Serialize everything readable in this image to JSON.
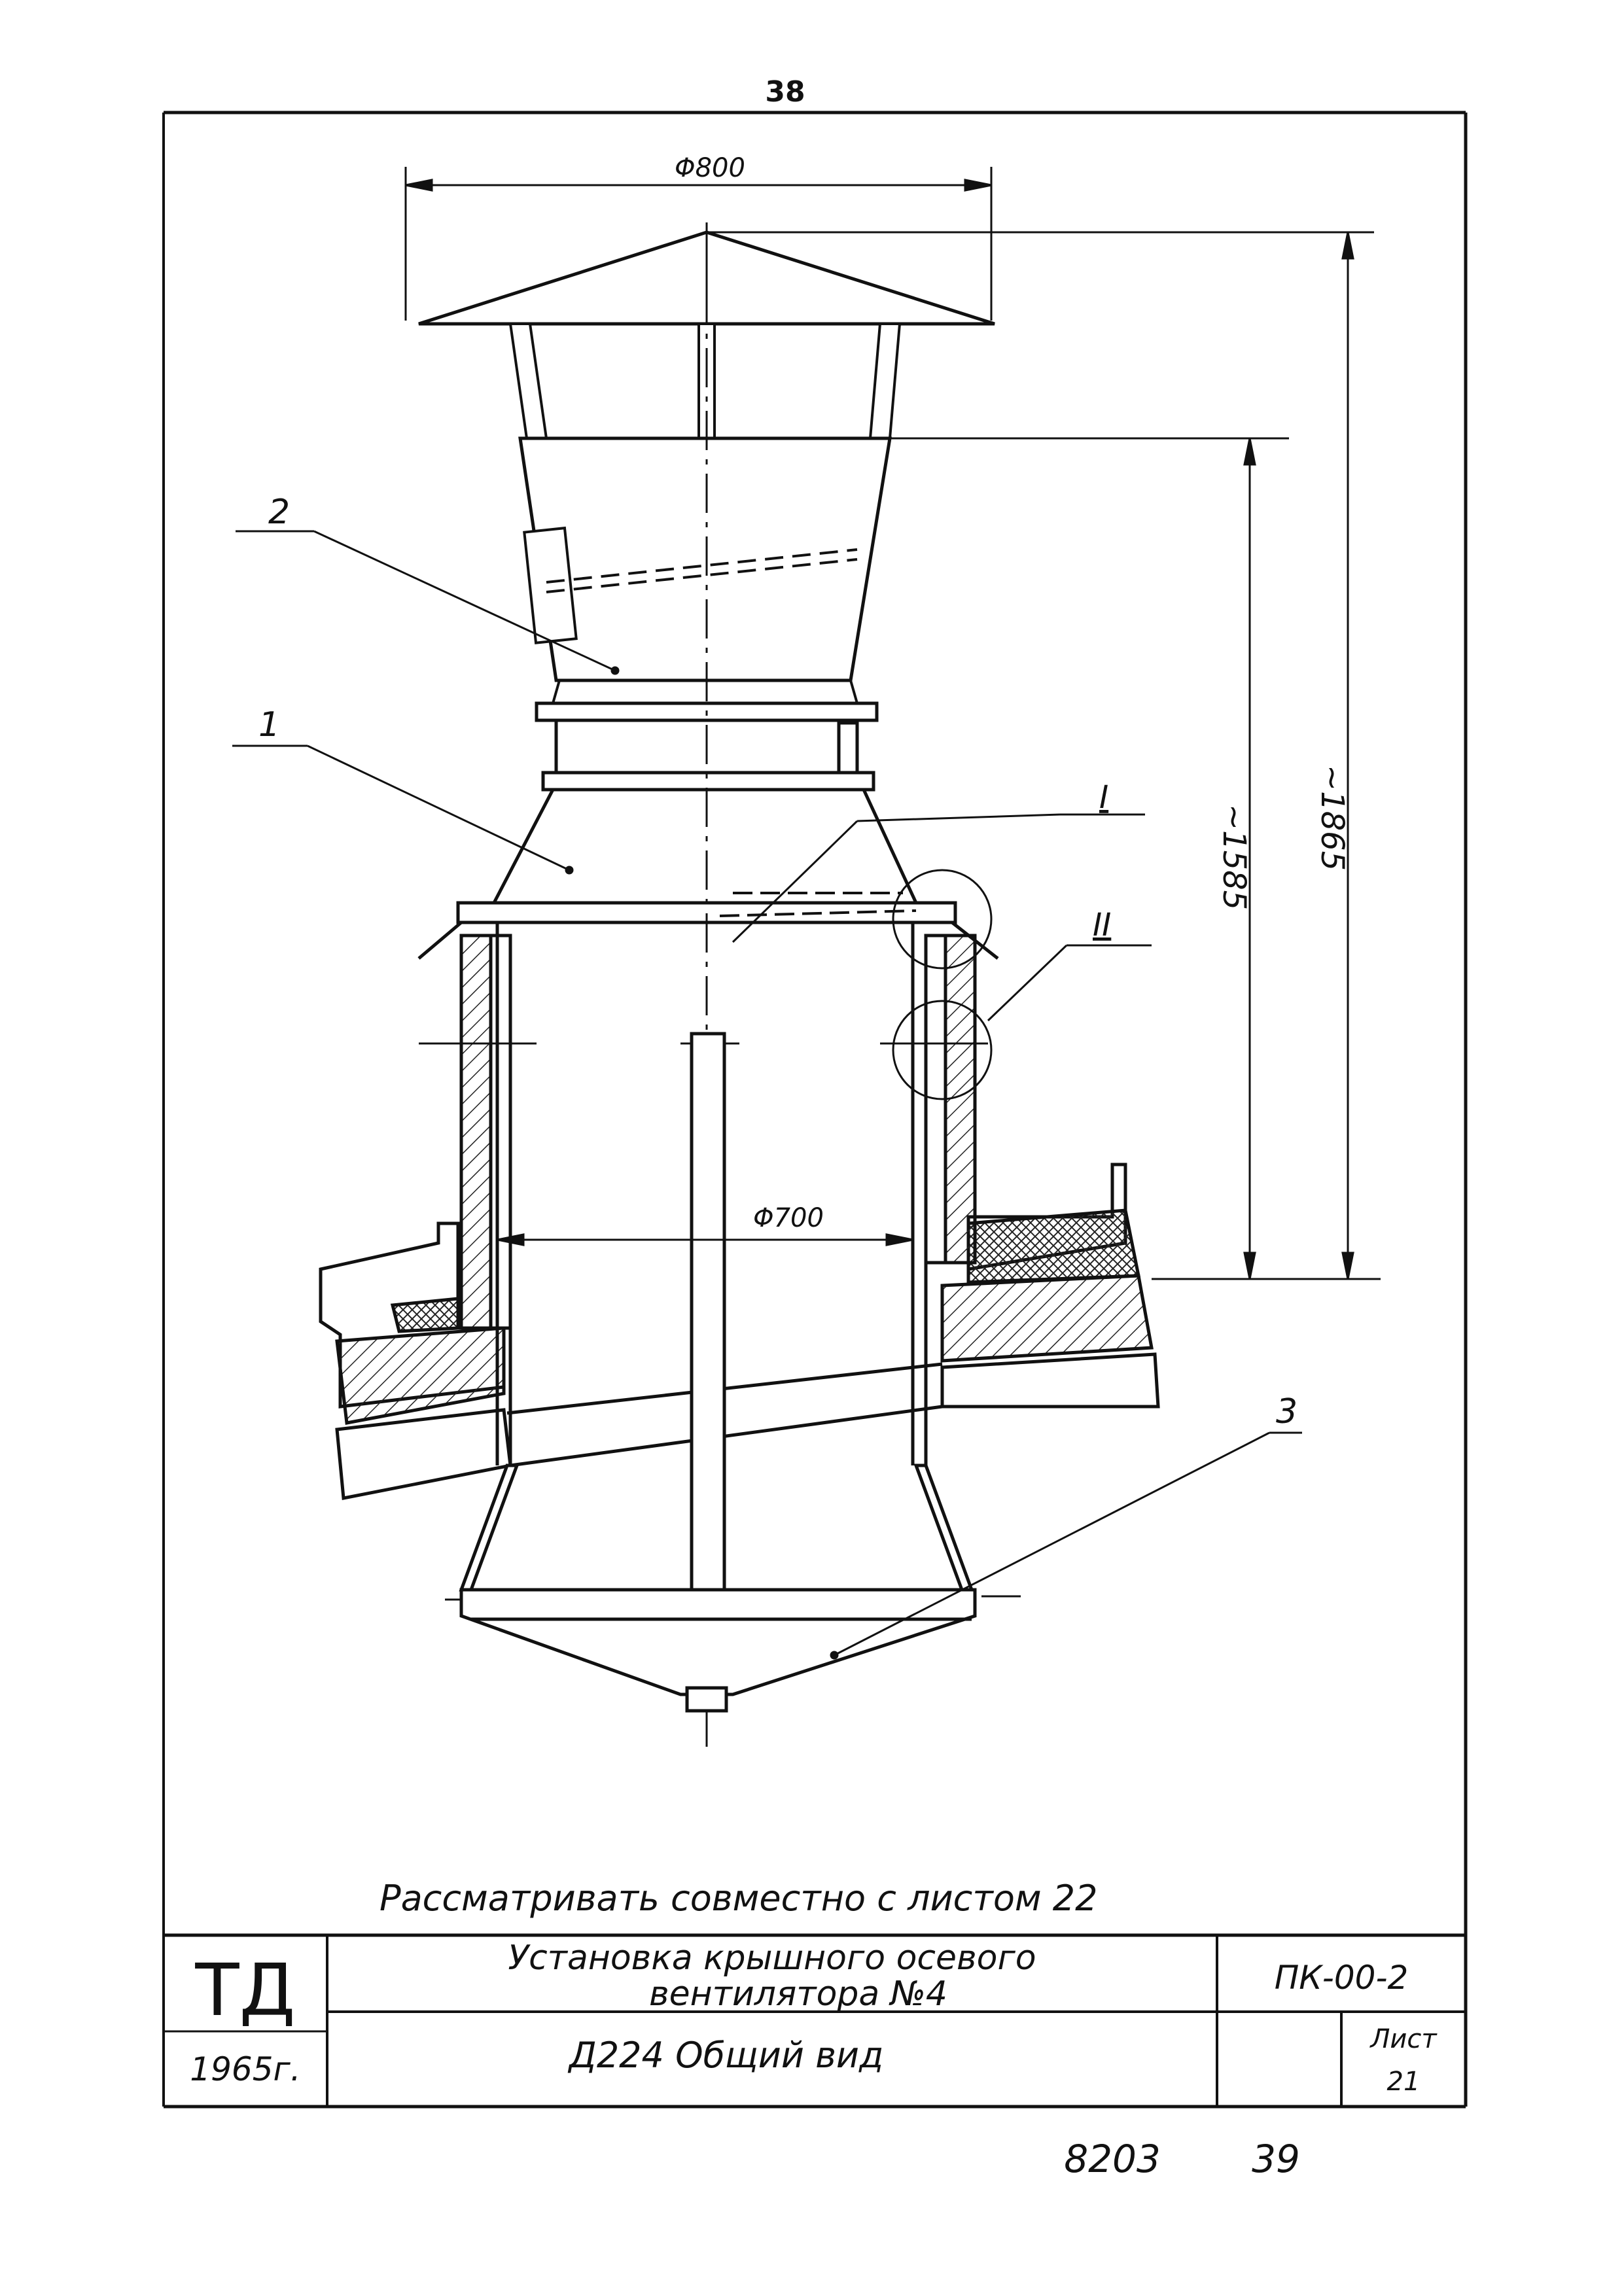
{
  "page_number": "38",
  "dimensions": {
    "top_diameter": "Φ800",
    "pipe_diameter": "Φ700",
    "height_inner": "~1585",
    "height_total": "~1865"
  },
  "callouts": {
    "part_1": "1",
    "part_2": "2",
    "part_3": "3",
    "detail_I": "I",
    "detail_II": "II"
  },
  "note": "Рассматривать совместно с листом 22",
  "title_block": {
    "org": "ТД",
    "year": "1965г.",
    "title_line1": "Установка крышного осевого",
    "title_line2": "вентилятора №4",
    "subtitle": "Д224 Общий вид",
    "code": "ПК-00-2",
    "sheet_label": "Лист",
    "sheet_number": "21"
  },
  "archive_number": "8203",
  "page_stamp": "39"
}
